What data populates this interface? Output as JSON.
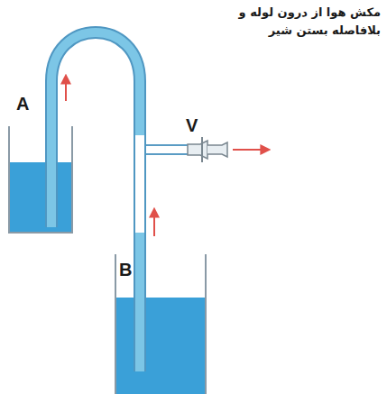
{
  "diagram": {
    "labels": [
      "مکش هوا از درون لوله و بلافاصله بستن شیر",
      "A",
      "B",
      "V"
    ]
  }
}
